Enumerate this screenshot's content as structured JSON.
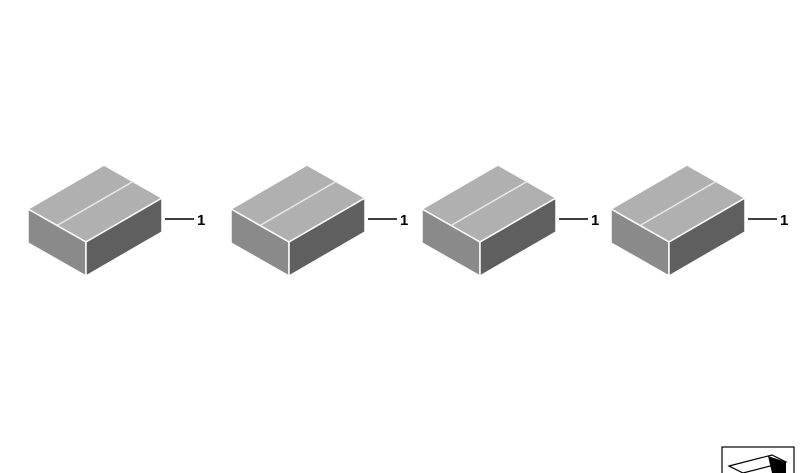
{
  "parts": [
    {
      "callout": "1"
    },
    {
      "callout": "1"
    },
    {
      "callout": "1"
    },
    {
      "callout": "1"
    }
  ],
  "colors": {
    "box_top": "#b0b0b0",
    "box_front": "#8a8a8a",
    "box_side": "#5f5f5f",
    "box_edge": "#ffffff",
    "box_seam": "#e8e8e8",
    "leader": "#000000"
  },
  "icons": {
    "corner": "document-fold-icon"
  }
}
